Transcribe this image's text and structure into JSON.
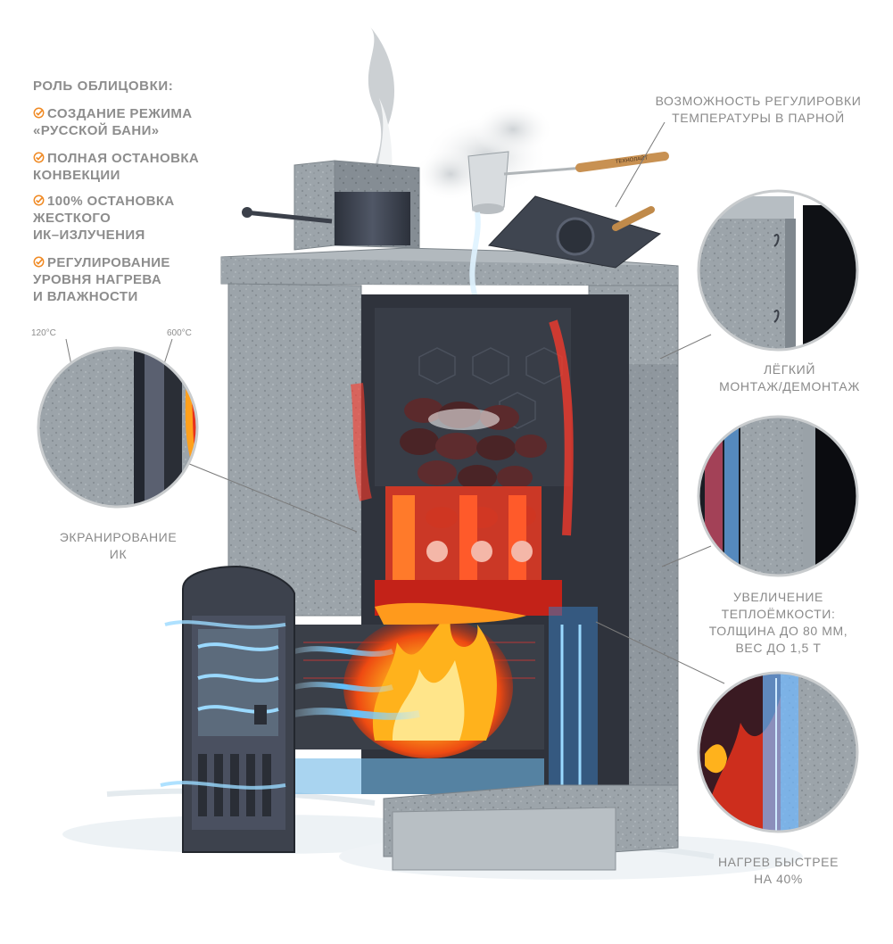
{
  "left_panel": {
    "title": "РОЛЬ ОБЛИЦОВКИ:",
    "items": [
      {
        "lines": [
          "СОЗДАНИЕ РЕЖИМА",
          "«РУССКОЙ БАНИ»"
        ]
      },
      {
        "lines": [
          "ПОЛНАЯ ОСТАНОВКА",
          "КОНВЕКЦИИ"
        ]
      },
      {
        "lines": [
          "100% ОСТАНОВКА",
          "ЖЕСТКОГО",
          "ИК–ИЗЛУЧЕНИЯ"
        ]
      },
      {
        "lines": [
          "РЕГУЛИРОВАНИЕ",
          "УРОВНЯ НАГРЕВА",
          "И ВЛАЖНОСТИ"
        ]
      }
    ],
    "check_icon": "check-circle-icon",
    "accent_color": "#f08a24"
  },
  "callouts": {
    "temperature_control": [
      "ВОЗМОЖНОСТЬ РЕГУЛИРОВКИ",
      "ТЕМПЕРАТУРЫ В ПАРНОЙ"
    ],
    "easy_mount": [
      "ЛЁГКИЙ",
      "МОНТАЖ/ДЕМОНТАЖ"
    ],
    "ir_shield": [
      "ЭКРАНИРОВАНИЕ",
      "ИК"
    ],
    "heat_capacity": [
      "УВЕЛИЧЕНИЕ",
      "ТЕПЛОЁМКОСТИ:",
      "ТОЛЩИНА ДО 80 ММ,",
      "ВЕС ДО 1,5 Т"
    ],
    "fast_heating": [
      "НАГРЕВ БЫСТРЕЕ",
      "НА 40%"
    ]
  },
  "temperatures": {
    "outer": "120°C",
    "inner": "600°C"
  },
  "ladle_brand": "ТЕХНОЛАЙТ",
  "colors": {
    "stone": "#9aa2a8",
    "stone_dark": "#7f878e",
    "metal": "#3a3f4a",
    "fire_red": "#e8321c",
    "fire_yellow": "#ffb21c",
    "air_blue": "#5fc2ff",
    "line": "#7a7a7a"
  }
}
